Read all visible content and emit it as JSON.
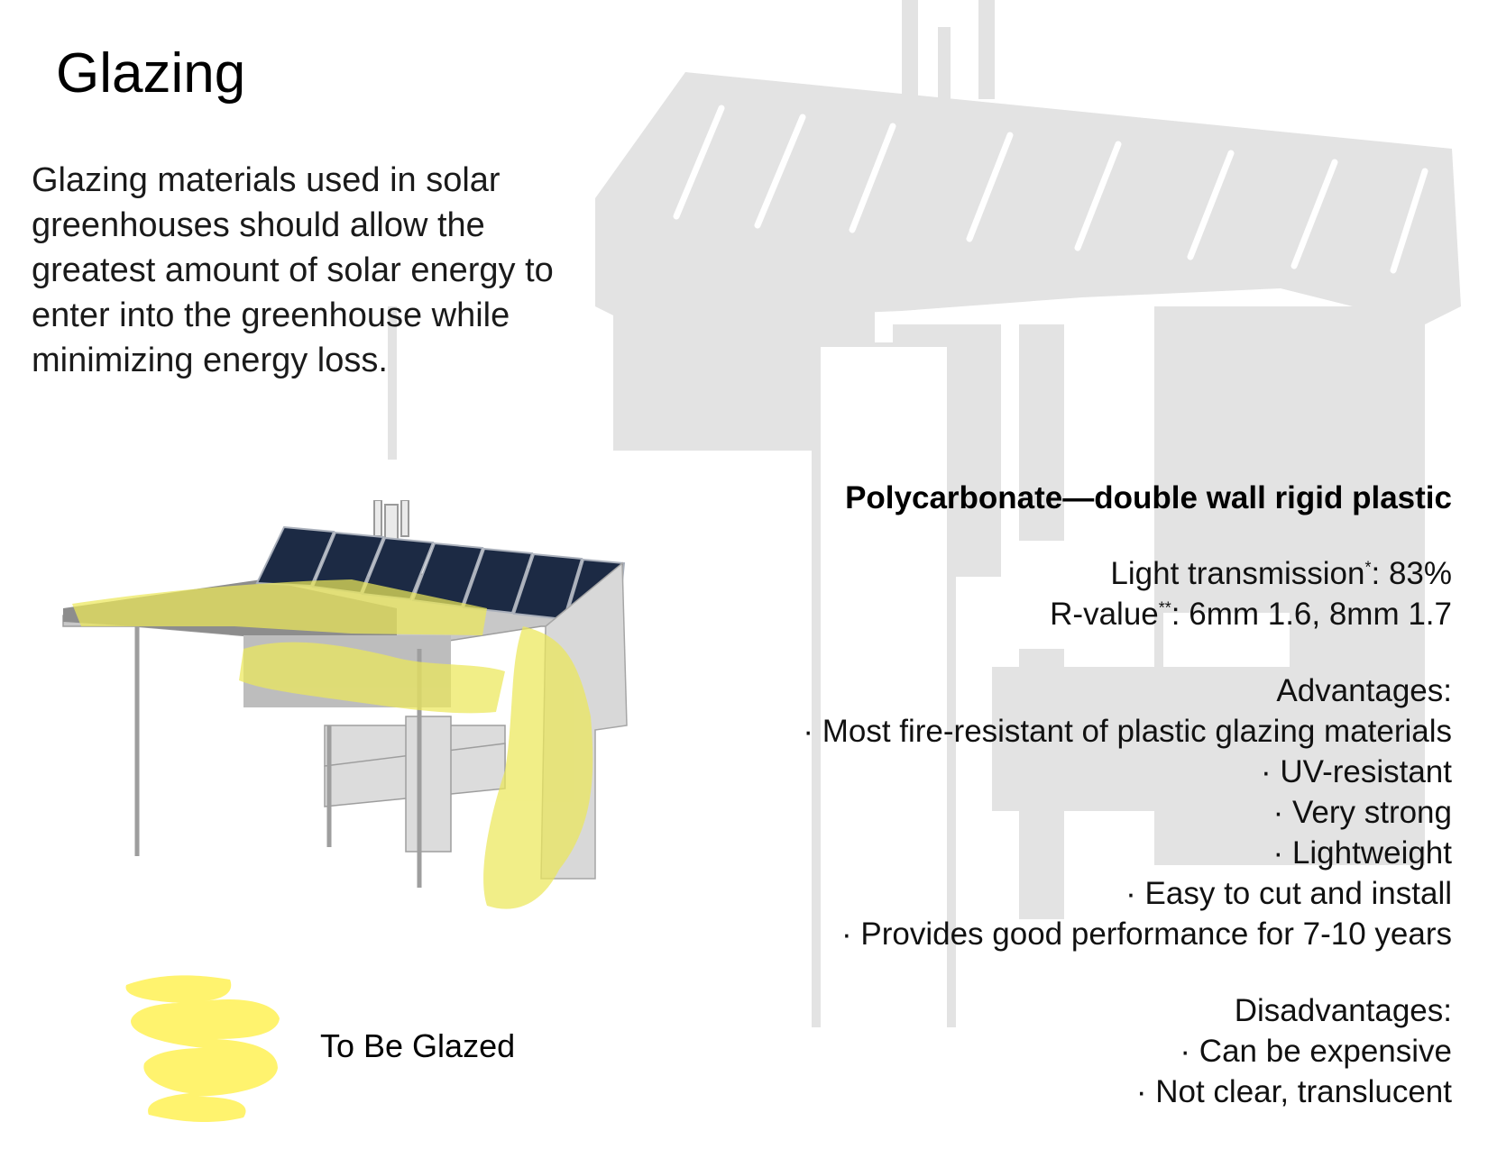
{
  "title": "Glazing",
  "intro": "Glazing materials used in solar greenhouses should allow the greatest amount of solar energy to enter into the greenhouse while minimizing energy loss.",
  "material": {
    "heading": "Polycarbonate—double wall rigid plastic",
    "light_transmission_label": "Light transmission",
    "light_transmission_mark": "*",
    "light_transmission_value": ": 83%",
    "rvalue_label": "R-value",
    "rvalue_mark": "**",
    "rvalue_value": ": 6mm 1.6, 8mm 1.7",
    "advantages_title": "Advantages:",
    "advantages": [
      "· Most fire-resistant of plastic glazing materials",
      "· UV-resistant",
      "· Very strong",
      "· Lightweight",
      "· Easy to cut and install",
      "· Provides good performance for 7-10 years"
    ],
    "disadvantages_title": "Disadvantages:",
    "disadvantages": [
      "· Can be expensive",
      "· Not clear, translucent"
    ]
  },
  "legend": {
    "label": "To Be Glazed",
    "color": "#fff36e"
  },
  "colors": {
    "silhouette": "#e2e2e2",
    "highlight": "#f3ee5a",
    "panel": "#1c2a44",
    "structure": "#d6d6d6"
  }
}
